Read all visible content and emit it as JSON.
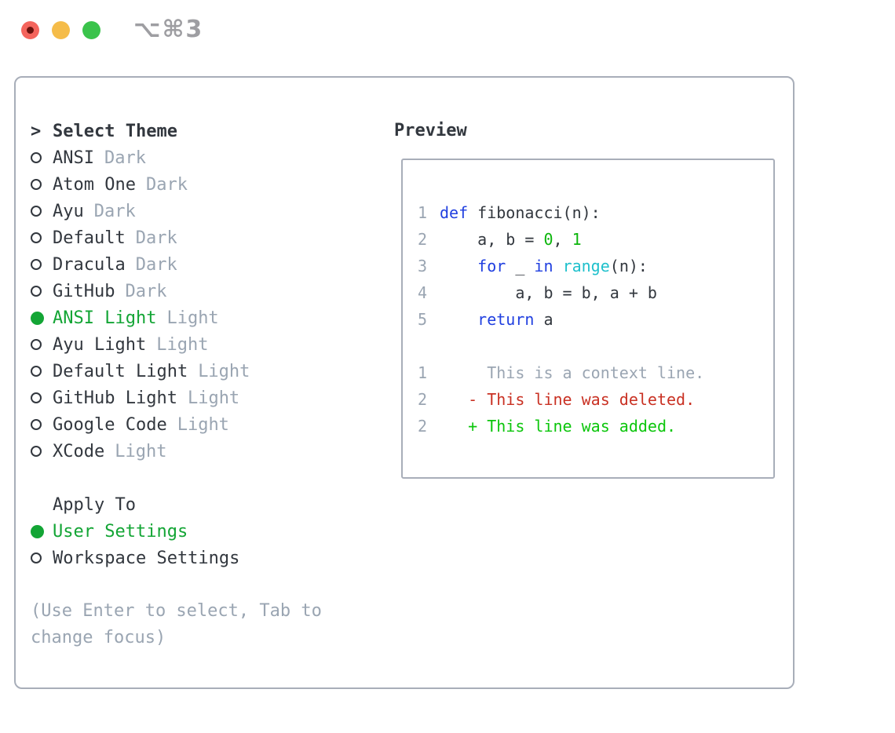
{
  "window": {
    "title": "⌥⌘3"
  },
  "colors": {
    "fg": "#32373e",
    "muted": "#9aa5b2",
    "ui_green": "#13a535",
    "keyword_blue": "#2140e0",
    "literal_green": "#0cb50c",
    "function_cyan": "#1fc0cc",
    "deleted_red": "#c93123",
    "added_green": "#0cc60c",
    "border_gray": "#a8aeb9",
    "title_gray": "#9e9ea2",
    "traffic_red": "#f4645c",
    "traffic_red_dot": "#6b120d",
    "traffic_yellow": "#f5bc49",
    "traffic_green": "#3ac34b"
  },
  "theme_picker": {
    "header": {
      "prefix": ">",
      "label": "Select Theme"
    },
    "items": [
      {
        "name": "ANSI",
        "variant": "Dark",
        "selected": false
      },
      {
        "name": "Atom One",
        "variant": "Dark",
        "selected": false
      },
      {
        "name": "Ayu",
        "variant": "Dark",
        "selected": false
      },
      {
        "name": "Default",
        "variant": "Dark",
        "selected": false
      },
      {
        "name": "Dracula",
        "variant": "Dark",
        "selected": false
      },
      {
        "name": "GitHub",
        "variant": "Dark",
        "selected": false
      },
      {
        "name": "ANSI Light",
        "variant": "Light",
        "selected": true
      },
      {
        "name": "Ayu Light",
        "variant": "Light",
        "selected": false
      },
      {
        "name": "Default Light",
        "variant": "Light",
        "selected": false
      },
      {
        "name": "GitHub Light",
        "variant": "Light",
        "selected": false
      },
      {
        "name": "Google Code",
        "variant": "Light",
        "selected": false
      },
      {
        "name": "XCode",
        "variant": "Light",
        "selected": false
      }
    ],
    "apply_to": {
      "label": "Apply To",
      "options": [
        {
          "name": "User Settings",
          "selected": true
        },
        {
          "name": "Workspace Settings",
          "selected": false
        }
      ]
    },
    "hint": "(Use Enter to select, Tab to change focus)"
  },
  "preview": {
    "label": "Preview",
    "lines": [
      {
        "num": "1",
        "segs": [
          [
            "def",
            "kw"
          ],
          [
            " fibonacci(n):",
            "fg"
          ]
        ]
      },
      {
        "num": "2",
        "segs": [
          [
            "    a, b = ",
            "fg"
          ],
          [
            "0",
            "lit"
          ],
          [
            ", ",
            "fg"
          ],
          [
            "1",
            "lit"
          ]
        ]
      },
      {
        "num": "3",
        "segs": [
          [
            "    ",
            "fg"
          ],
          [
            "for",
            "kw"
          ],
          [
            " _ ",
            "fg"
          ],
          [
            "in",
            "kw"
          ],
          [
            " ",
            "fg"
          ],
          [
            "range",
            "fn"
          ],
          [
            "(n):",
            "fg"
          ]
        ]
      },
      {
        "num": "4",
        "segs": [
          [
            "        a, b = b, a + b",
            "fg"
          ]
        ]
      },
      {
        "num": "5",
        "segs": [
          [
            "    ",
            "fg"
          ],
          [
            "return",
            "kw"
          ],
          [
            " a",
            "fg"
          ]
        ]
      },
      {
        "num": "",
        "segs": []
      },
      {
        "num": "1",
        "segs": [
          [
            "     This is a context line.",
            "ctx"
          ]
        ]
      },
      {
        "num": "2",
        "segs": [
          [
            "   - This line was deleted.",
            "del"
          ]
        ]
      },
      {
        "num": "2",
        "segs": [
          [
            "   + This line was added.",
            "add"
          ]
        ]
      }
    ]
  }
}
